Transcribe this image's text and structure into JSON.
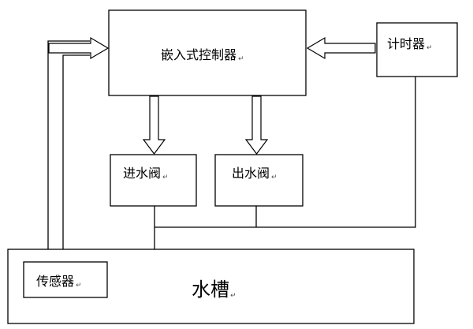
{
  "nodes": {
    "controller": "嵌入式控制器",
    "timer": "计时器",
    "inlet_valve": "进水阀",
    "outlet_valve": "出水阀",
    "tank": "水槽",
    "sensor": "传感器"
  },
  "paragraph_mark": "↵"
}
